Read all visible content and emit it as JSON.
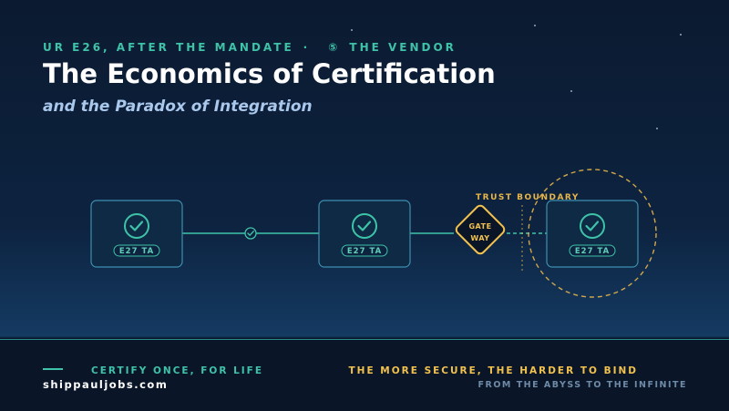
{
  "header": {
    "kicker_left": "UR E26, AFTER THE MANDATE",
    "kicker_sep": "·",
    "kicker_num": "⑤",
    "kicker_right": "THE VENDOR",
    "title": "The Economics of Certification",
    "subtitle": "and the Paradox of Integration"
  },
  "diagram": {
    "nodes": [
      {
        "label": "E27 TA",
        "icon": "check-circle-icon"
      },
      {
        "label": "E27 TA",
        "icon": "check-circle-icon"
      },
      {
        "label": "E27 TA",
        "icon": "check-circle-icon"
      }
    ],
    "gateway": {
      "line1": "GATE",
      "line2": "WAY"
    },
    "trust_boundary": "TRUST BOUNDARY",
    "colors": {
      "teal": "#3fc3a8",
      "gold": "#f2c14e",
      "node_border": "#3f8fb0"
    }
  },
  "footer": {
    "motto": "CERTIFY ONCE, FOR LIFE",
    "site": "shippauljobs.com",
    "tagline": "THE MORE SECURE, THE HARDER TO BIND",
    "tagline2": "FROM THE ABYSS TO THE INFINITE"
  }
}
